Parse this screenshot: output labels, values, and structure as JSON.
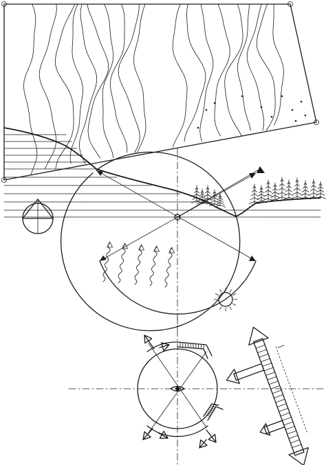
{
  "figure": {
    "background": "#ffffff",
    "ink": "#1a1a1a",
    "panels": [
      {
        "name": "site-plan-contours",
        "icon": "contour-map-icon"
      },
      {
        "name": "terrain-section",
        "icon": "section-profile-icon"
      },
      {
        "name": "sun-wind-orientation",
        "icon": "sun-icon"
      },
      {
        "name": "view-orientation-circle",
        "icon": "eye-icon"
      },
      {
        "name": "linear-circulation-axis",
        "icon": "double-arrow-icon"
      }
    ],
    "texts": []
  }
}
